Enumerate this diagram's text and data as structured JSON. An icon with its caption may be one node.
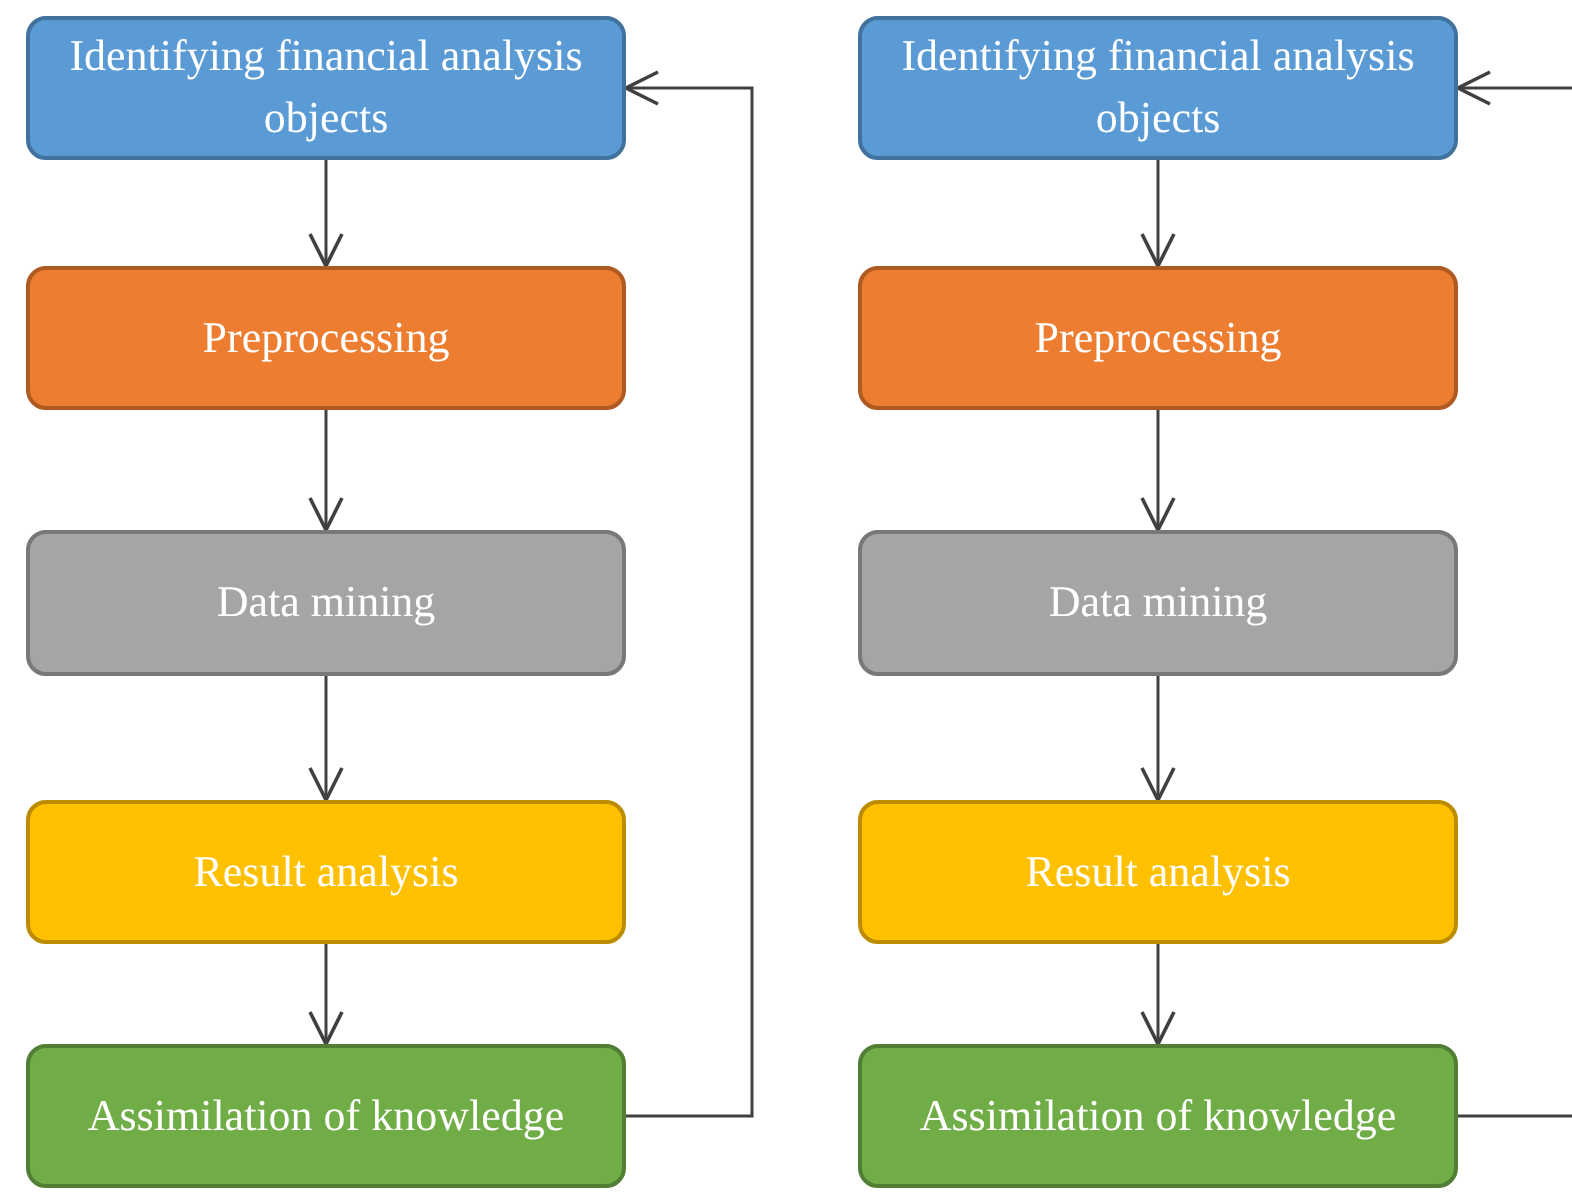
{
  "diagram": {
    "nodes": [
      {
        "text": [
          "Identifying financial analysis objects"
        ]
      },
      {
        "text": [
          "Preprocessing"
        ]
      },
      {
        "text": [
          "Data mining"
        ]
      },
      {
        "text": [
          "Result analysis"
        ]
      },
      {
        "text": [
          "Assimilation of knowledge"
        ]
      },
      {
        "text": [
          "Identifying financial analysis objects"
        ]
      },
      {
        "text": [
          "Preprocessing"
        ]
      },
      {
        "text": [
          "Data mining"
        ]
      },
      {
        "text": [
          "Result analysis"
        ]
      },
      {
        "text": [
          "Assimilation of knowledge"
        ]
      }
    ],
    "edges": [
      {
        "from": 0,
        "to": 1,
        "arrow": "to"
      },
      {
        "from": 1,
        "to": 2,
        "arrow": "to"
      },
      {
        "from": 2,
        "to": 3,
        "arrow": "to"
      },
      {
        "from": 3,
        "to": 4,
        "arrow": "to"
      },
      {
        "from": 4,
        "to": 0,
        "arrow": "to"
      },
      {
        "from": 5,
        "to": 6,
        "arrow": "to"
      },
      {
        "from": 6,
        "to": 7,
        "arrow": "to"
      },
      {
        "from": 7,
        "to": 8,
        "arrow": "to"
      },
      {
        "from": 8,
        "to": 9,
        "arrow": "to"
      },
      {
        "from": 9,
        "to": null,
        "arrow": "none"
      },
      {
        "from": null,
        "to": 5,
        "arrow": "to"
      }
    ]
  }
}
